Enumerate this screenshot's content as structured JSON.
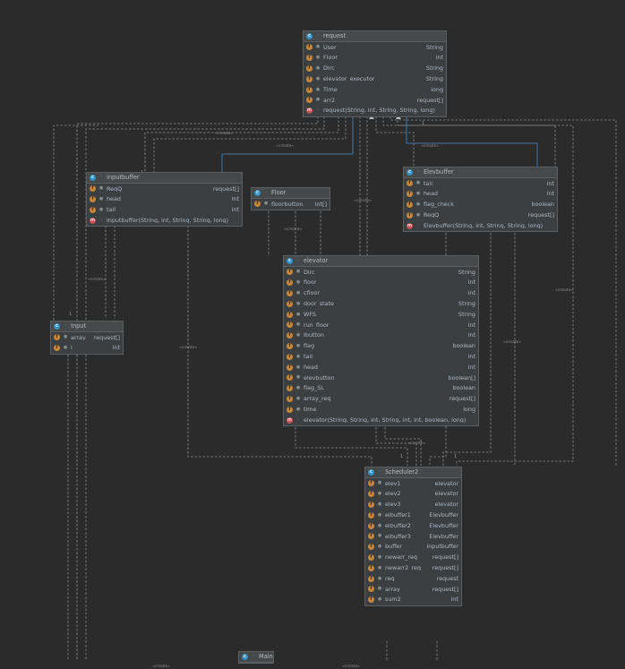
{
  "classes": [
    {
      "id": "request",
      "title": "request",
      "fields": [
        {
          "name": "User",
          "type": "String",
          "kind": "f"
        },
        {
          "name": "Floor",
          "type": "int",
          "kind": "f"
        },
        {
          "name": "Dirc",
          "type": "String",
          "kind": "f"
        },
        {
          "name": "elevator_executor",
          "type": "String",
          "kind": "f"
        },
        {
          "name": "Time",
          "type": "long",
          "kind": "f"
        },
        {
          "name": "arr2",
          "type": "request[]",
          "kind": "f"
        },
        {
          "name": "request(String, int, String, String, long)",
          "type": "",
          "kind": "m"
        }
      ]
    },
    {
      "id": "inputbuffer",
      "title": "inputbuffer",
      "fields": [
        {
          "name": "ReqQ",
          "type": "request[]",
          "kind": "f"
        },
        {
          "name": "head",
          "type": "int",
          "kind": "f"
        },
        {
          "name": "tail",
          "type": "int",
          "kind": "f"
        },
        {
          "name": "inputbuffer(String, int, String, String, long)",
          "type": "",
          "kind": "m"
        }
      ]
    },
    {
      "id": "Floor",
      "title": "Floor",
      "fields": [
        {
          "name": "floorbutton",
          "type": "int[]",
          "kind": "f"
        }
      ]
    },
    {
      "id": "Elevbuffer",
      "title": "Elevbuffer",
      "fields": [
        {
          "name": "tail",
          "type": "int",
          "kind": "f"
        },
        {
          "name": "head",
          "type": "int",
          "kind": "f"
        },
        {
          "name": "flag_check",
          "type": "boolean",
          "kind": "f"
        },
        {
          "name": "ReqQ",
          "type": "request[]",
          "kind": "f"
        },
        {
          "name": "Elevbuffer(String, int, String, String, long)",
          "type": "",
          "kind": "m"
        }
      ]
    },
    {
      "id": "elevator",
      "title": "elevator",
      "fields": [
        {
          "name": "Dirc",
          "type": "String",
          "kind": "f"
        },
        {
          "name": "floor",
          "type": "int",
          "kind": "f"
        },
        {
          "name": "cfloor",
          "type": "int",
          "kind": "f"
        },
        {
          "name": "door_state",
          "type": "String",
          "kind": "f"
        },
        {
          "name": "WFS",
          "type": "String",
          "kind": "f"
        },
        {
          "name": "run_floor",
          "type": "int",
          "kind": "f"
        },
        {
          "name": "Ibutton",
          "type": "int",
          "kind": "f"
        },
        {
          "name": "flag",
          "type": "boolean",
          "kind": "f"
        },
        {
          "name": "tail",
          "type": "int",
          "kind": "f"
        },
        {
          "name": "head",
          "type": "int",
          "kind": "f"
        },
        {
          "name": "elevbutton",
          "type": "boolean[]",
          "kind": "f"
        },
        {
          "name": "flag_SL",
          "type": "boolean",
          "kind": "f"
        },
        {
          "name": "array_req",
          "type": "request[]",
          "kind": "f"
        },
        {
          "name": "time",
          "type": "long",
          "kind": "f"
        },
        {
          "name": "elevator(String, String, int, String, int, int, boolean, long)",
          "type": "",
          "kind": "m"
        }
      ]
    },
    {
      "id": "Input",
      "title": "Input",
      "fields": [
        {
          "name": "array",
          "type": "request[]",
          "kind": "f"
        },
        {
          "name": "i",
          "type": "int",
          "kind": "f"
        }
      ]
    },
    {
      "id": "Scheduler2",
      "title": "Scheduler2",
      "fields": [
        {
          "name": "elev1",
          "type": "elevator",
          "kind": "f"
        },
        {
          "name": "elev2",
          "type": "elevator",
          "kind": "f"
        },
        {
          "name": "elev3",
          "type": "elevator",
          "kind": "f"
        },
        {
          "name": "elbuffer1",
          "type": "Elevbuffer",
          "kind": "f"
        },
        {
          "name": "elbuffer2",
          "type": "Elevbuffer",
          "kind": "f"
        },
        {
          "name": "elbuffer3",
          "type": "Elevbuffer",
          "kind": "f"
        },
        {
          "name": "buffer",
          "type": "inputbuffer",
          "kind": "f"
        },
        {
          "name": "newarr_req",
          "type": "request[]",
          "kind": "f"
        },
        {
          "name": "newarr2_req",
          "type": "request[]",
          "kind": "f"
        },
        {
          "name": "req",
          "type": "request",
          "kind": "f"
        },
        {
          "name": "array",
          "type": "request[]",
          "kind": "f"
        },
        {
          "name": "sum2",
          "type": "int",
          "kind": "f"
        }
      ]
    },
    {
      "id": "Main",
      "title": "Main",
      "fields": []
    }
  ],
  "edge_label": "«create»",
  "multiplicity": "1",
  "colors": {
    "background": "#2b2b2b",
    "box": "#3c3f41",
    "header": "#45494a",
    "dashed": "#9a9a9a",
    "association": "#4a88c7"
  }
}
